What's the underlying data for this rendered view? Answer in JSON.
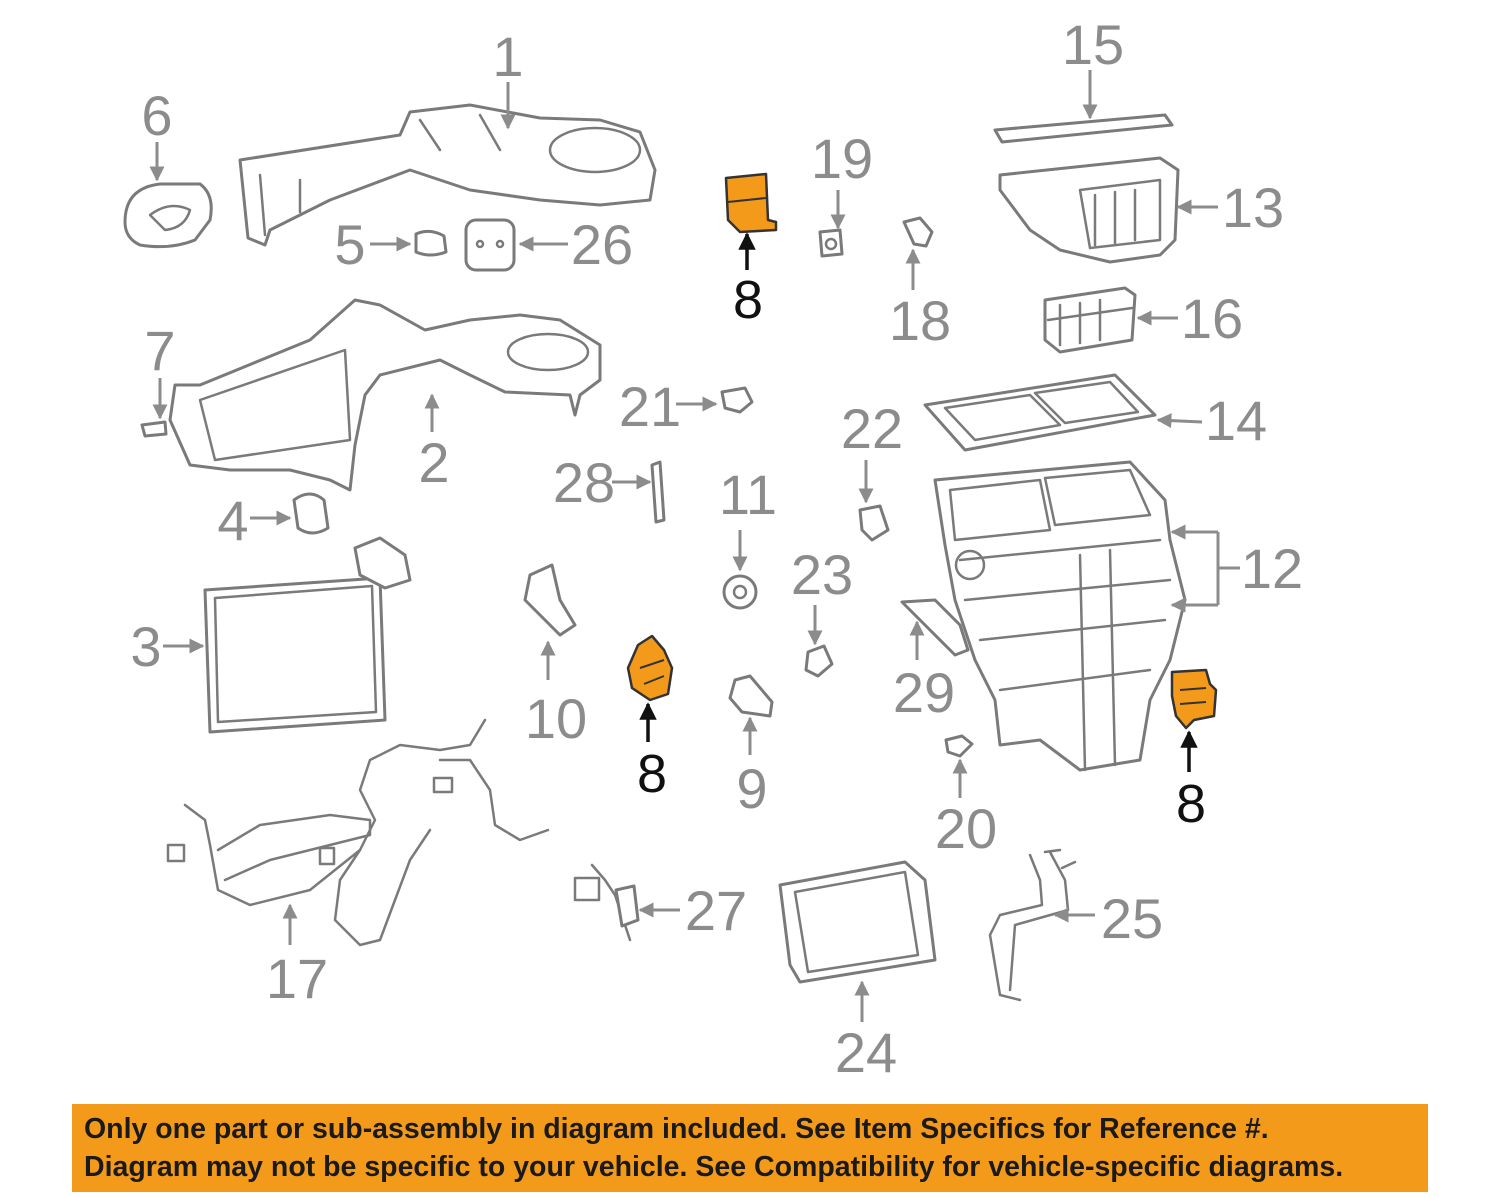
{
  "callouts": {
    "c1": "1",
    "c2": "2",
    "c3": "3",
    "c4": "4",
    "c5": "5",
    "c6": "6",
    "c7": "7",
    "c8a": "8",
    "c8b": "8",
    "c8c": "8",
    "c9": "9",
    "c10": "10",
    "c11": "11",
    "c12": "12",
    "c13": "13",
    "c14": "14",
    "c15": "15",
    "c16": "16",
    "c17": "17",
    "c18": "18",
    "c19": "19",
    "c20": "20",
    "c21": "21",
    "c22": "22",
    "c23": "23",
    "c24": "24",
    "c25": "25",
    "c26": "26",
    "c27": "27",
    "c28": "28",
    "c29": "29"
  },
  "colors": {
    "highlight": "#f39a1b",
    "outline": "#7a7a7a",
    "label": "#8c8c8c",
    "banner": "#f39a1b"
  },
  "disclaimer": {
    "line1": "Only one part or sub-assembly in diagram included. See Item Specifics for Reference #.",
    "line2": "Diagram may not be specific to your vehicle. See Compatibility for vehicle-specific diagrams."
  }
}
